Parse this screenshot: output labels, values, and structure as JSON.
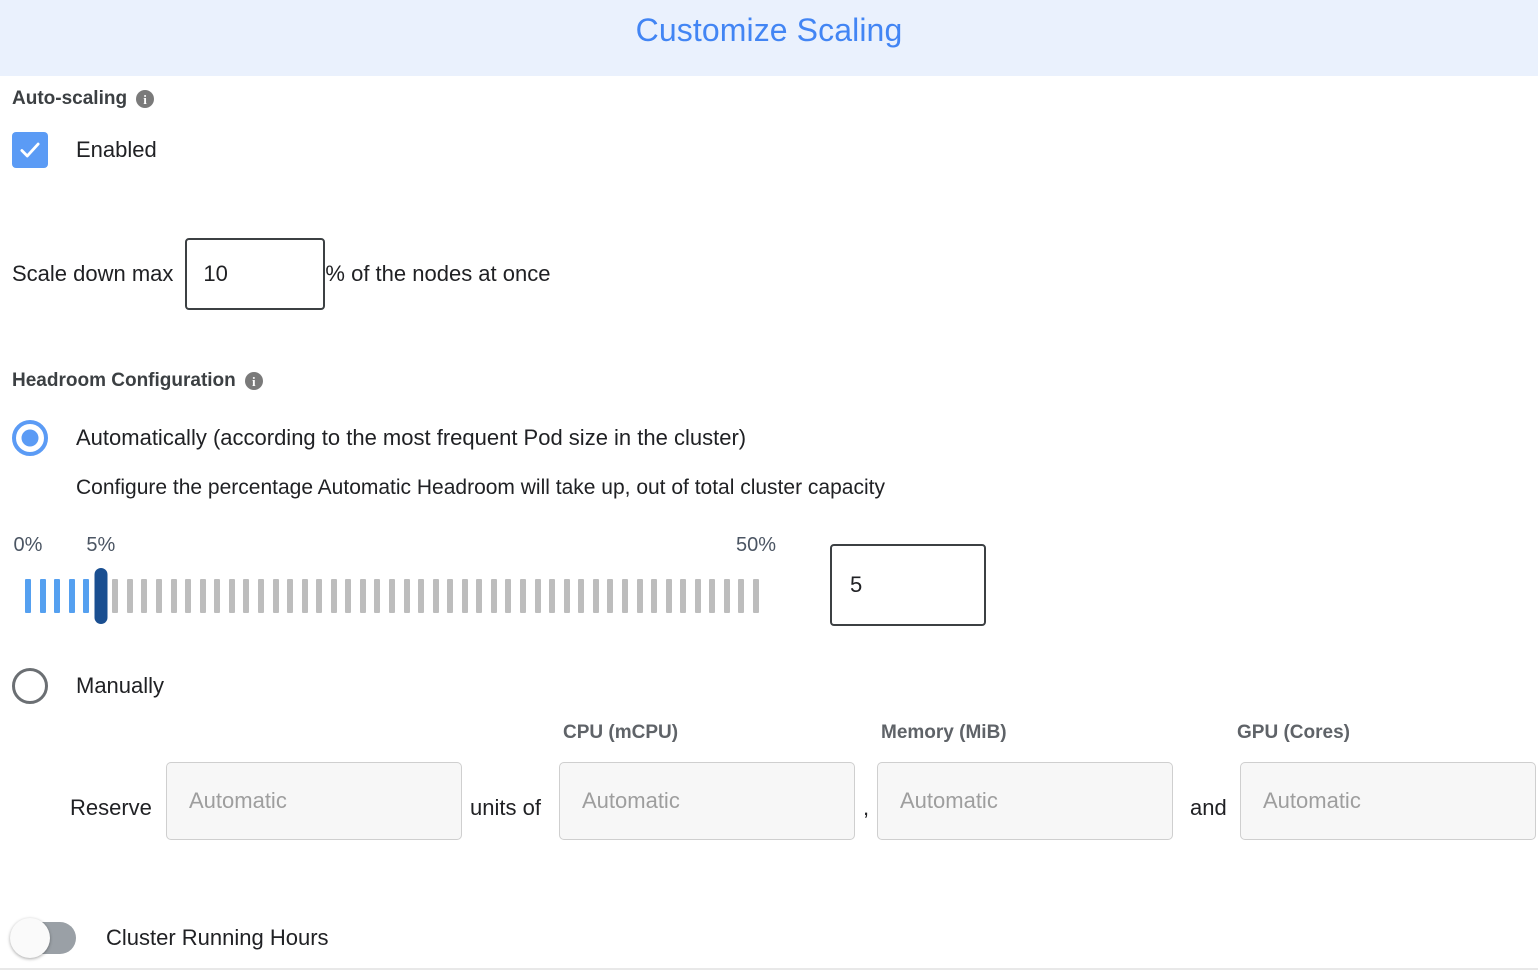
{
  "header": {
    "title": "Customize Scaling",
    "accent_color": "#4285f4",
    "background_color": "#eaf1fd"
  },
  "autoscaling": {
    "section_label": "Auto-scaling",
    "info_glyph": "i",
    "enabled_label": "Enabled",
    "enabled_checked": true,
    "scale_down": {
      "prefix_label": "Scale down max",
      "value": "10",
      "suffix_label": "% of the nodes at once"
    }
  },
  "headroom": {
    "section_label": "Headroom Configuration",
    "info_glyph": "i",
    "automatic": {
      "label": "Automatically (according to the most frequent Pod size in the cluster)",
      "selected": true,
      "description": "Configure the percentage Automatic Headroom will take up, out of total cluster capacity"
    },
    "slider": {
      "min_label": "0%",
      "current_label": "5%",
      "max_label": "50%",
      "min": 0,
      "max": 50,
      "value": 5,
      "value_input": "5",
      "filled_color": "#55a0f0",
      "empty_color": "#bdbdbd",
      "thumb_color": "#1a4f91"
    },
    "manual": {
      "label": "Manually",
      "selected": false,
      "reserve_label": "Reserve",
      "units_of_label": "units of",
      "comma_label": ",",
      "and_label": "and",
      "columns": [
        {
          "header": "CPU (mCPU)",
          "placeholder": "Automatic",
          "value": ""
        },
        {
          "header": "Memory (MiB)",
          "placeholder": "Automatic",
          "value": ""
        },
        {
          "header": "GPU (Cores)",
          "placeholder": "Automatic",
          "value": ""
        }
      ],
      "count_field": {
        "placeholder": "Automatic",
        "value": ""
      }
    }
  },
  "cluster_running_hours": {
    "label": "Cluster Running Hours",
    "enabled": false
  }
}
